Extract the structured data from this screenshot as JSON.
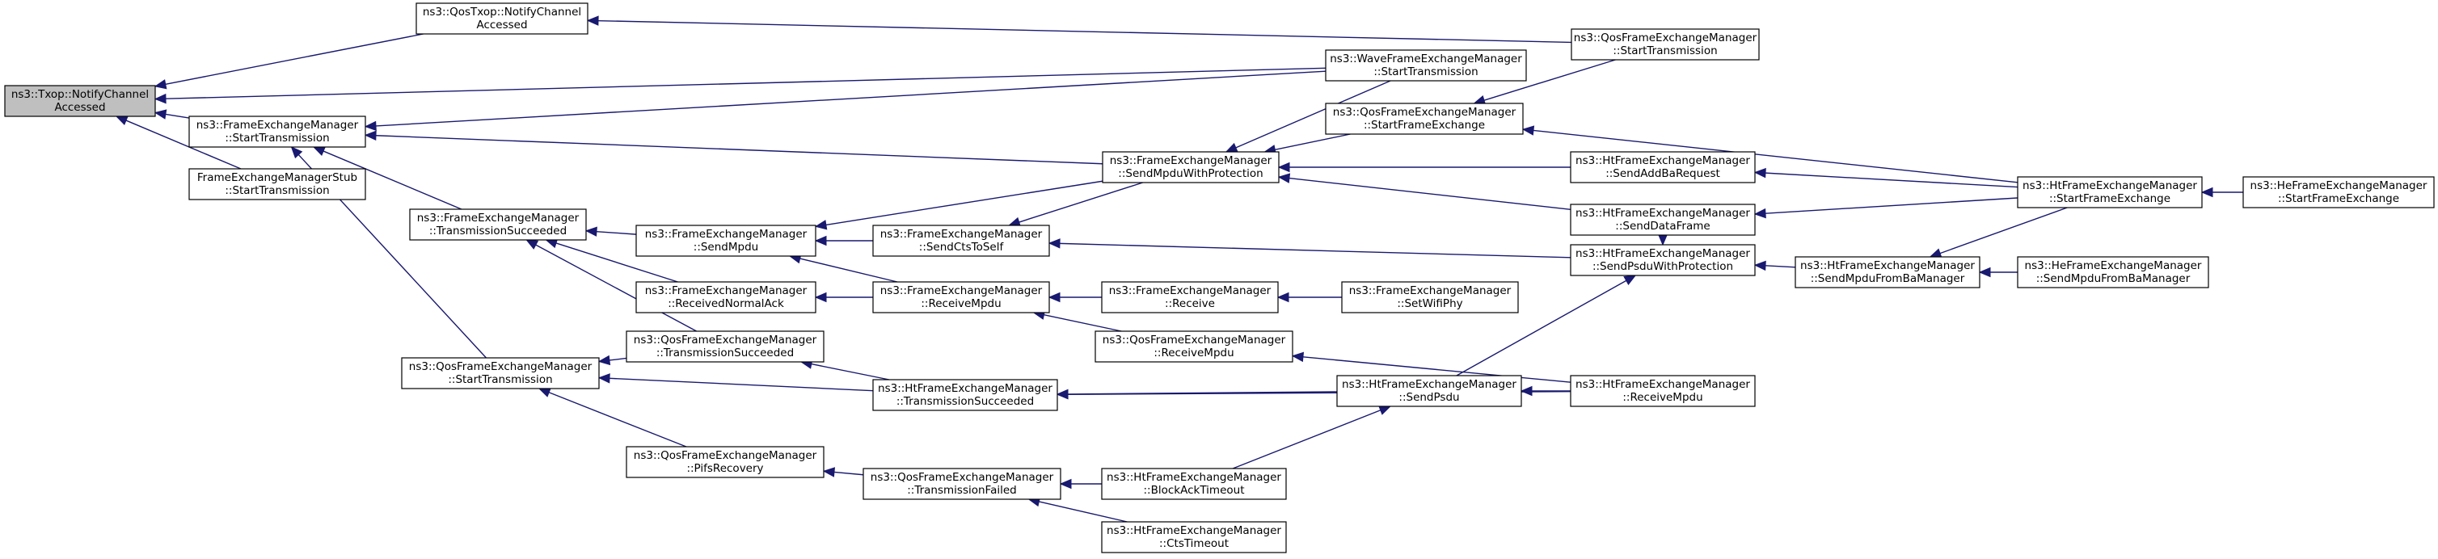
{
  "graph": {
    "nodes": [
      {
        "id": "root",
        "lines": [
          "ns3::Txop::NotifyChannel",
          "Accessed"
        ],
        "root": true
      },
      {
        "id": "qostxop",
        "lines": [
          "ns3::QosTxop::NotifyChannel",
          "Accessed"
        ]
      },
      {
        "id": "fem_st",
        "lines": [
          "ns3::FrameExchangeManager",
          "::StartTransmission"
        ]
      },
      {
        "id": "stub_st",
        "lines": [
          "FrameExchangeManagerStub",
          "::StartTransmission"
        ]
      },
      {
        "id": "fem_ts",
        "lines": [
          "ns3::FrameExchangeManager",
          "::TransmissionSucceeded"
        ]
      },
      {
        "id": "qfem_st",
        "lines": [
          "ns3::QosFrameExchangeManager",
          "::StartTransmission"
        ]
      },
      {
        "id": "fem_sm",
        "lines": [
          "ns3::FrameExchangeManager",
          "::SendMpdu"
        ]
      },
      {
        "id": "fem_rna",
        "lines": [
          "ns3::FrameExchangeManager",
          "::ReceivedNormalAck"
        ]
      },
      {
        "id": "qfem_ts",
        "lines": [
          "ns3::QosFrameExchangeManager",
          "::TransmissionSucceeded"
        ]
      },
      {
        "id": "qfem_pifs",
        "lines": [
          "ns3::QosFrameExchangeManager",
          "::PifsRecovery"
        ]
      },
      {
        "id": "fem_scts",
        "lines": [
          "ns3::FrameExchangeManager",
          "::SendCtsToSelf"
        ]
      },
      {
        "id": "fem_rm",
        "lines": [
          "ns3::FrameExchangeManager",
          "::ReceiveMpdu"
        ]
      },
      {
        "id": "htfem_ts",
        "lines": [
          "ns3::HtFrameExchangeManager",
          "::TransmissionSucceeded"
        ]
      },
      {
        "id": "qfem_tf",
        "lines": [
          "ns3::QosFrameExchangeManager",
          "::TransmissionFailed"
        ]
      },
      {
        "id": "fem_smwp",
        "lines": [
          "ns3::FrameExchangeManager",
          "::SendMpduWithProtection"
        ]
      },
      {
        "id": "fem_recv",
        "lines": [
          "ns3::FrameExchangeManager",
          "::Receive"
        ]
      },
      {
        "id": "qfem_rm",
        "lines": [
          "ns3::QosFrameExchangeManager",
          "::ReceiveMpdu"
        ]
      },
      {
        "id": "htfem_bat",
        "lines": [
          "ns3::HtFrameExchangeManager",
          "::BlockAckTimeout"
        ]
      },
      {
        "id": "htfem_cts",
        "lines": [
          "ns3::HtFrameExchangeManager",
          "::CtsTimeout"
        ]
      },
      {
        "id": "wave_st",
        "lines": [
          "ns3::WaveFrameExchangeManager",
          "::StartTransmission"
        ]
      },
      {
        "id": "qfem_sfe",
        "lines": [
          "ns3::QosFrameExchangeManager",
          "::StartFrameExchange"
        ]
      },
      {
        "id": "fem_swp",
        "lines": [
          "ns3::FrameExchangeManager",
          "::SetWifiPhy"
        ]
      },
      {
        "id": "htfem_sp",
        "lines": [
          "ns3::HtFrameExchangeManager",
          "::SendPsdu"
        ]
      },
      {
        "id": "qfem_st2",
        "lines": [
          "ns3::QosFrameExchangeManager",
          "::StartTransmission"
        ]
      },
      {
        "id": "htfem_sabr",
        "lines": [
          "ns3::HtFrameExchangeManager",
          "::SendAddBaRequest"
        ]
      },
      {
        "id": "htfem_sdf",
        "lines": [
          "ns3::HtFrameExchangeManager",
          "::SendDataFrame"
        ]
      },
      {
        "id": "htfem_spwp",
        "lines": [
          "ns3::HtFrameExchangeManager",
          "::SendPsduWithProtection"
        ]
      },
      {
        "id": "htfem_rm",
        "lines": [
          "ns3::HtFrameExchangeManager",
          "::ReceiveMpdu"
        ]
      },
      {
        "id": "htfem_smfb",
        "lines": [
          "ns3::HtFrameExchangeManager",
          "::SendMpduFromBaManager"
        ]
      },
      {
        "id": "htfem_sfe",
        "lines": [
          "ns3::HtFrameExchangeManager",
          "::StartFrameExchange"
        ]
      },
      {
        "id": "hefem_smfb",
        "lines": [
          "ns3::HeFrameExchangeManager",
          "::SendMpduFromBaManager"
        ]
      },
      {
        "id": "hefem_sfe",
        "lines": [
          "ns3::HeFrameExchangeManager",
          "::StartFrameExchange"
        ]
      }
    ],
    "edges": [
      [
        "qostxop",
        "root"
      ],
      [
        "fem_st",
        "root"
      ],
      [
        "stub_st",
        "root"
      ],
      [
        "wave_st",
        "root"
      ],
      [
        "qfem_st2",
        "qostxop"
      ],
      [
        "wave_st",
        "fem_st"
      ],
      [
        "fem_smwp",
        "fem_st"
      ],
      [
        "fem_ts",
        "fem_st"
      ],
      [
        "qfem_st",
        "fem_st"
      ],
      [
        "fem_sm",
        "fem_ts"
      ],
      [
        "fem_rna",
        "fem_ts"
      ],
      [
        "qfem_ts",
        "fem_ts"
      ],
      [
        "qfem_ts",
        "qfem_st"
      ],
      [
        "htfem_ts",
        "qfem_st"
      ],
      [
        "qfem_pifs",
        "qfem_st"
      ],
      [
        "fem_smwp",
        "fem_sm"
      ],
      [
        "fem_scts",
        "fem_sm"
      ],
      [
        "fem_rm",
        "fem_sm"
      ],
      [
        "fem_rm",
        "fem_rna"
      ],
      [
        "htfem_ts",
        "qfem_ts"
      ],
      [
        "qfem_tf",
        "qfem_pifs"
      ],
      [
        "fem_smwp",
        "fem_scts"
      ],
      [
        "htfem_spwp",
        "fem_scts"
      ],
      [
        "fem_recv",
        "fem_rm"
      ],
      [
        "qfem_rm",
        "fem_rm"
      ],
      [
        "htfem_sp",
        "htfem_ts"
      ],
      [
        "htfem_rm",
        "htfem_ts"
      ],
      [
        "htfem_bat",
        "qfem_tf"
      ],
      [
        "htfem_cts",
        "qfem_tf"
      ],
      [
        "wave_st",
        "fem_smwp"
      ],
      [
        "qfem_sfe",
        "fem_smwp"
      ],
      [
        "htfem_sabr",
        "fem_smwp"
      ],
      [
        "htfem_sdf",
        "fem_smwp"
      ],
      [
        "fem_swp",
        "fem_recv"
      ],
      [
        "htfem_rm",
        "qfem_rm"
      ],
      [
        "htfem_bat",
        "htfem_sp"
      ],
      [
        "qfem_st2",
        "qfem_sfe"
      ],
      [
        "htfem_sfe",
        "qfem_sfe"
      ],
      [
        "htfem_rm",
        "htfem_sp"
      ],
      [
        "htfem_sp",
        "htfem_spwp"
      ],
      [
        "htfem_sfe",
        "htfem_sabr"
      ],
      [
        "htfem_sfe",
        "htfem_sdf"
      ],
      [
        "htfem_sdf",
        "htfem_spwp"
      ],
      [
        "htfem_smfb",
        "htfem_spwp"
      ],
      [
        "htfem_sfe",
        "htfem_smfb"
      ],
      [
        "hefem_smfb",
        "htfem_smfb"
      ],
      [
        "hefem_sfe",
        "htfem_sfe"
      ]
    ]
  }
}
